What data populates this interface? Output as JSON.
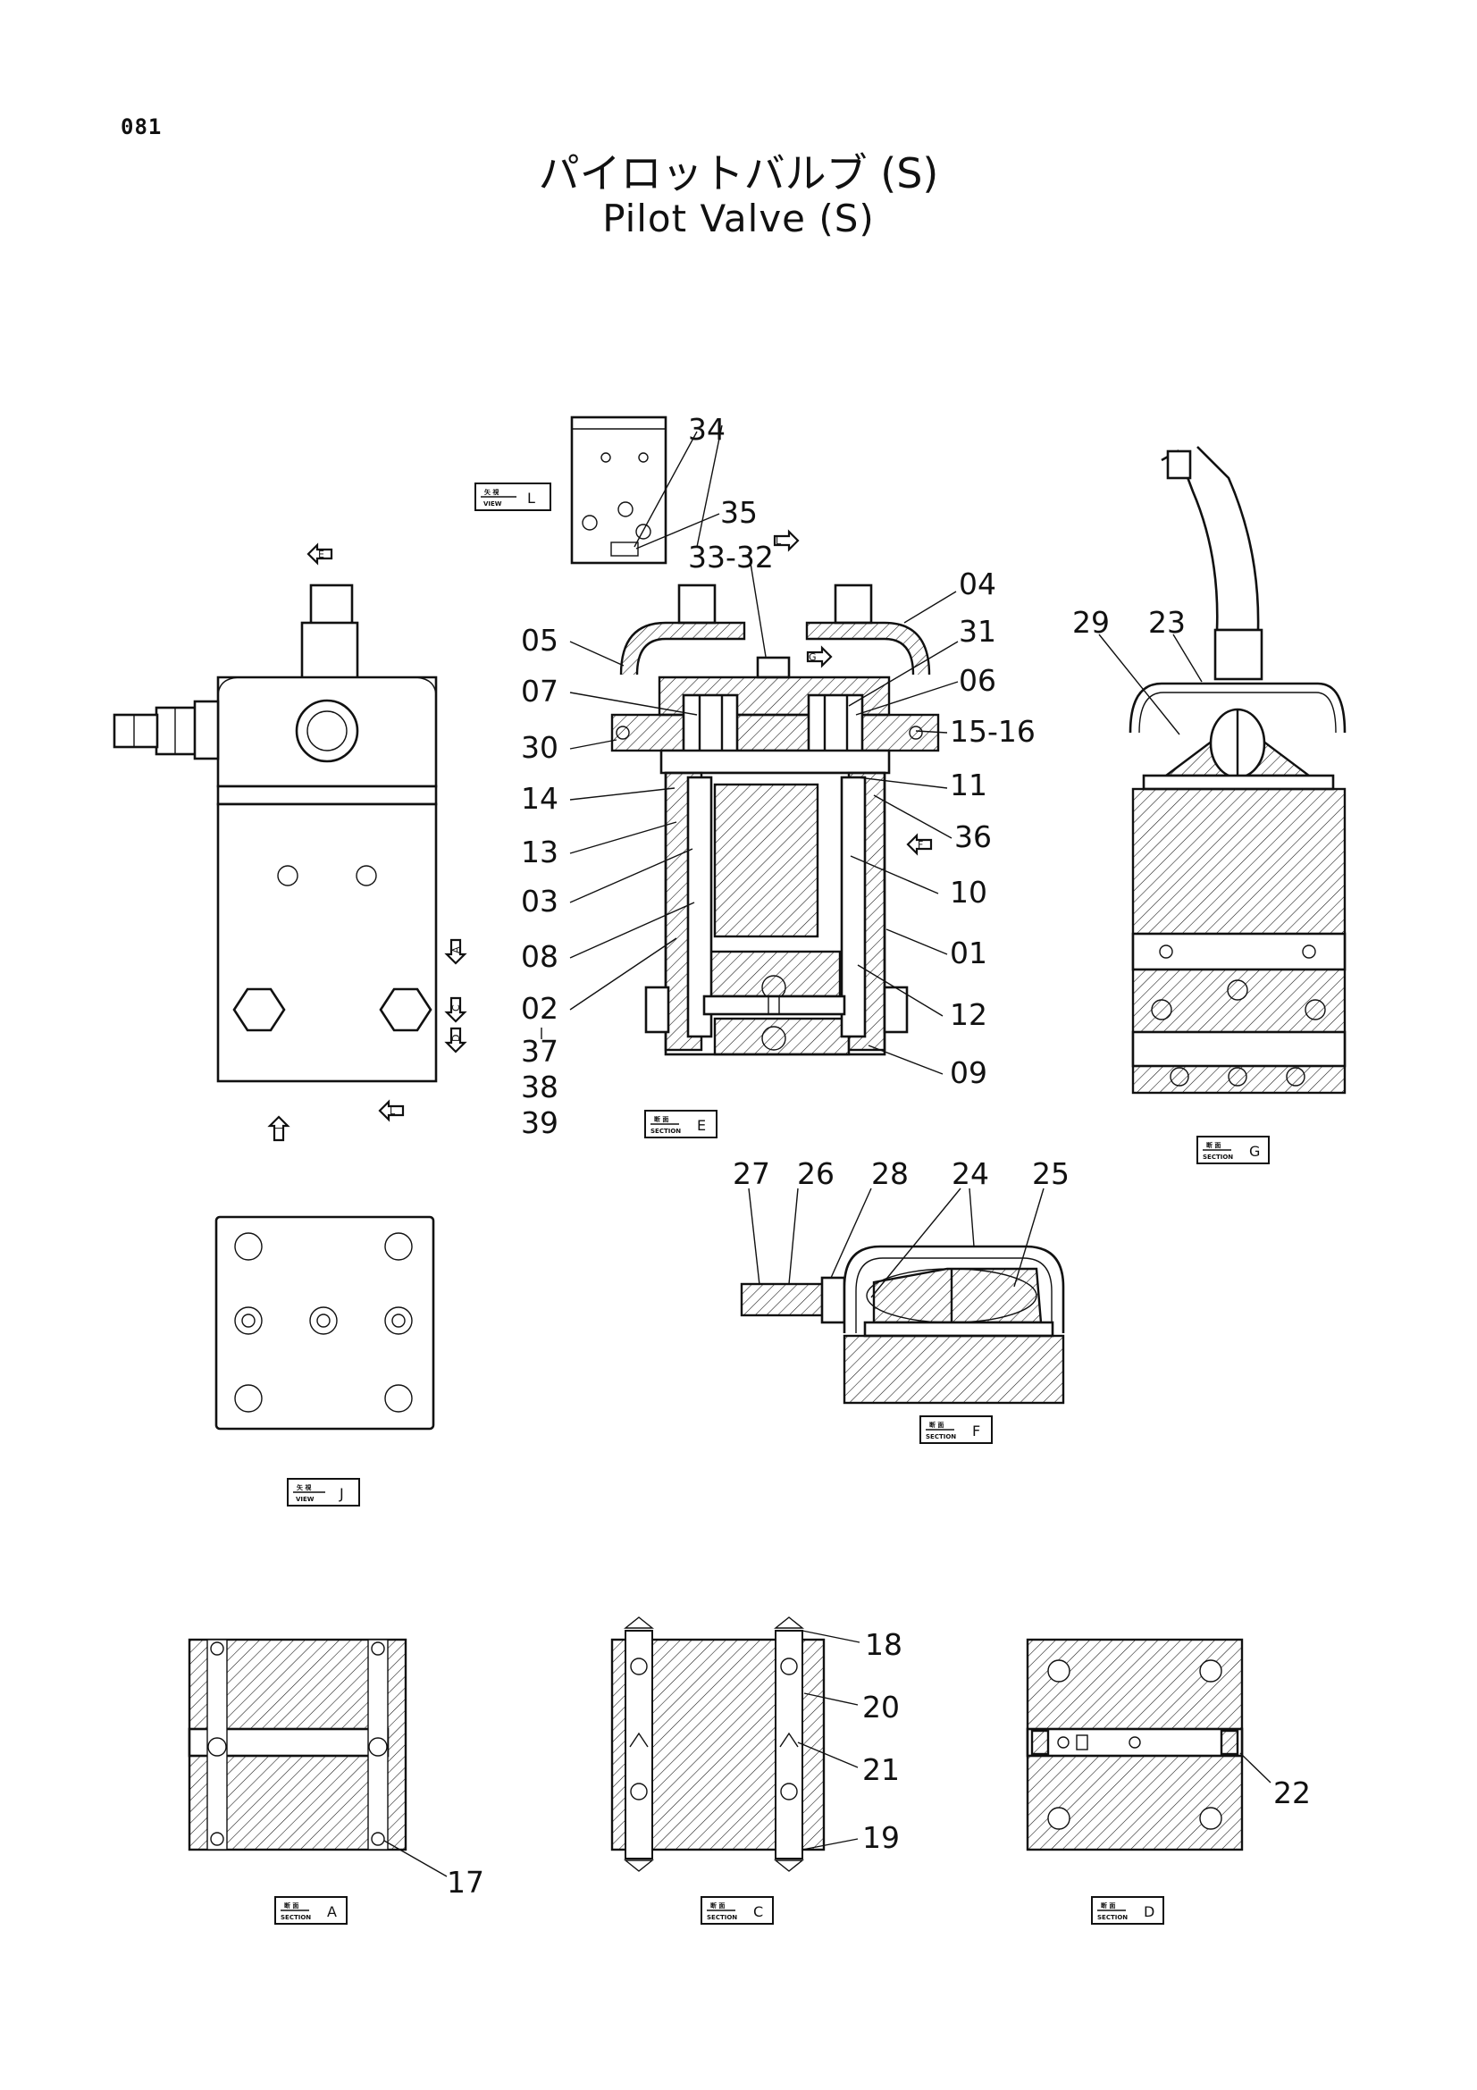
{
  "page_number": "081",
  "title_jp": "パイロットバルブ (S)",
  "title_en": "Pilot Valve (S)",
  "view_tags": [
    {
      "word": "VIEW",
      "letter": "L"
    },
    {
      "word": "SECTION",
      "letter": "E"
    },
    {
      "word": "SECTION",
      "letter": "G"
    },
    {
      "word": "SECTION",
      "letter": "F"
    },
    {
      "word": "VIEW",
      "letter": "J"
    },
    {
      "word": "SECTION",
      "letter": "A"
    },
    {
      "word": "SECTION",
      "letter": "C"
    },
    {
      "word": "SECTION",
      "letter": "D"
    }
  ],
  "arrow_letters": [
    "E",
    "G",
    "F",
    "L",
    "A",
    "C",
    "D",
    "J",
    "L"
  ],
  "callouts": {
    "c34": "34",
    "c35": "35",
    "c33_32": "33-32",
    "c04": "04",
    "c05": "05",
    "c31": "31",
    "c07": "07",
    "c06": "06",
    "c30": "30",
    "c15_16": "15-16",
    "c14": "14",
    "c11": "11",
    "c13": "13",
    "c36": "36",
    "c03": "03",
    "c10": "10",
    "c08": "08",
    "c01": "01",
    "c02": "02",
    "c12": "12",
    "c37": "37",
    "c09": "09",
    "c38": "38",
    "c39": "39",
    "c29": "29",
    "c23": "23",
    "c27": "27",
    "c26": "26",
    "c28": "28",
    "c24": "24",
    "c25": "25",
    "c18": "18",
    "c20": "20",
    "c21": "21",
    "c19": "19",
    "c17": "17",
    "c22": "22"
  }
}
